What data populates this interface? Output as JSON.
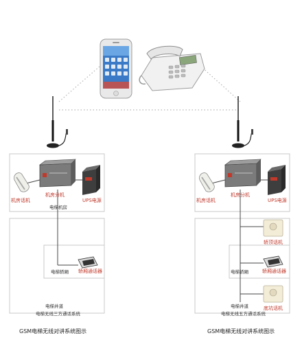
{
  "top": {
    "phone_label": "",
    "desk_phone_label": ""
  },
  "left": {
    "machine_room": "电梯机房",
    "items": {
      "room_phone": "机房话机",
      "host": "机房分机",
      "ups": "UPS电源"
    },
    "car_top": "电梯轿厢",
    "car_phone": "轿厢通话器",
    "shaft": "电梯井道",
    "system_name": "电梯无线三方通话系统",
    "caption": "GSM电梯无线对讲系统图示"
  },
  "right": {
    "items": {
      "room_phone": "机房话机",
      "host": "机房分机",
      "ups": "UPS电源"
    },
    "top_phone": "轿顶话机",
    "car_top": "电梯轿厢",
    "car_phone": "轿厢通话器",
    "pit_phone": "底坑话机",
    "shaft": "电梯井道",
    "system_name": "电梯无线五方通话系统",
    "caption": "GSM电梯无线对讲系统图示"
  }
}
